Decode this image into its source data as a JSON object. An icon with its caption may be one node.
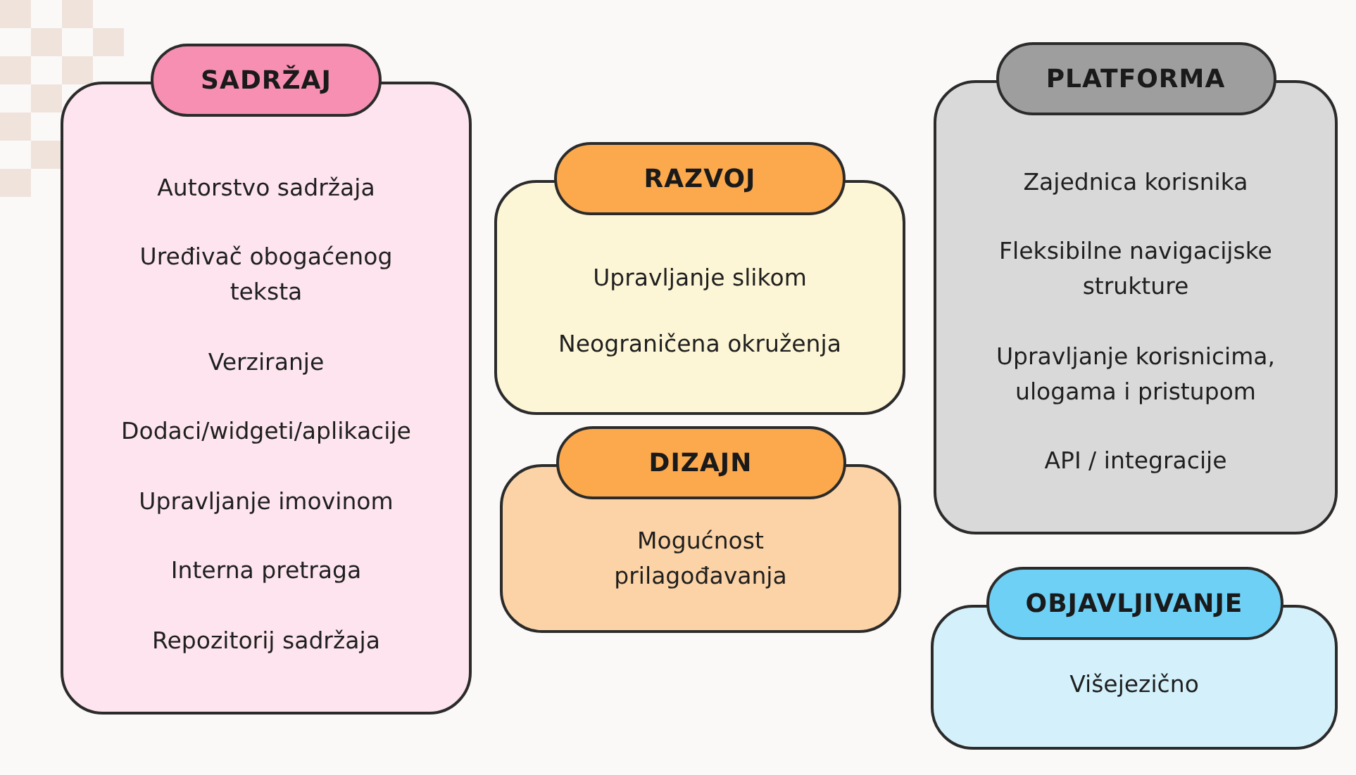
{
  "diagram": {
    "nodes": [
      {
        "text": [
          "SADRŽAJ",
          "Autorstvo sadržaja",
          "Uređivač obogaćenog teksta",
          "Verziranje",
          "Dodaci/widgeti/aplikacije",
          "Upravljanje imovinom",
          "Interna pretraga",
          "Repozitorij sadržaja"
        ]
      },
      {
        "text": [
          "RAZVOJ",
          "Upravljanje slikom",
          "Neograničena okruženja"
        ]
      },
      {
        "text": [
          "DIZAJN",
          "Mogućnost prilagođavanja"
        ]
      },
      {
        "text": [
          "PLATFORMA",
          "Zajednica korisnika",
          "Fleksibilne navigacijske strukture",
          "Upravljanje korisnicima, ulogama i pristupom",
          "API / integracije"
        ]
      },
      {
        "text": [
          "OBJAVLJIVANJE",
          "Višejezično"
        ]
      }
    ]
  }
}
